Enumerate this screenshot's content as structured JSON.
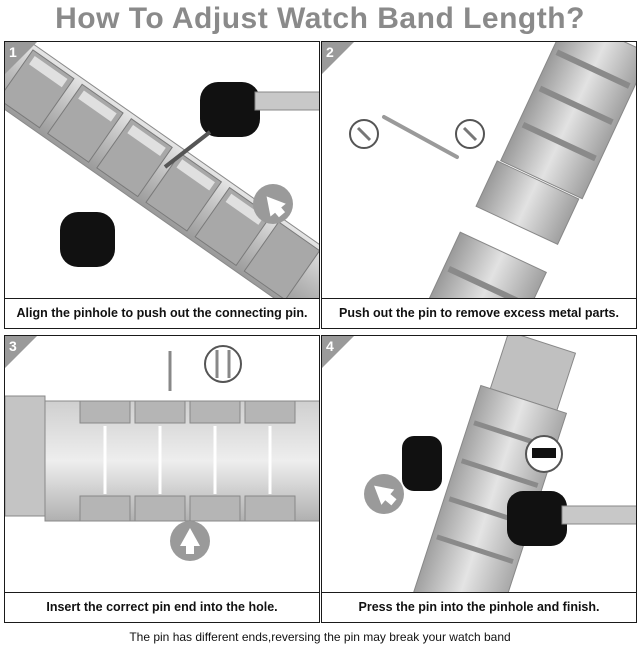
{
  "title": "How To Adjust Watch Band Length?",
  "steps": [
    {
      "number": "1",
      "caption": "Align the pinhole to push out the connecting pin."
    },
    {
      "number": "2",
      "caption": "Push out the pin to remove excess metal parts."
    },
    {
      "number": "3",
      "caption": "Insert the correct pin end into the hole."
    },
    {
      "number": "4",
      "caption": "Press the pin into the pinhole and finish."
    }
  ],
  "footnote": "The pin has different ends,reversing the pin may break your watch band",
  "colors": {
    "title": "#8a8a8a",
    "badge": "#9a9a9a",
    "metal_light": "#d6d6d6",
    "metal_mid": "#b8b8b8",
    "metal_dark": "#8c8c8c",
    "tool_black": "#111111",
    "arrow_circle": "#8f8f8f"
  }
}
